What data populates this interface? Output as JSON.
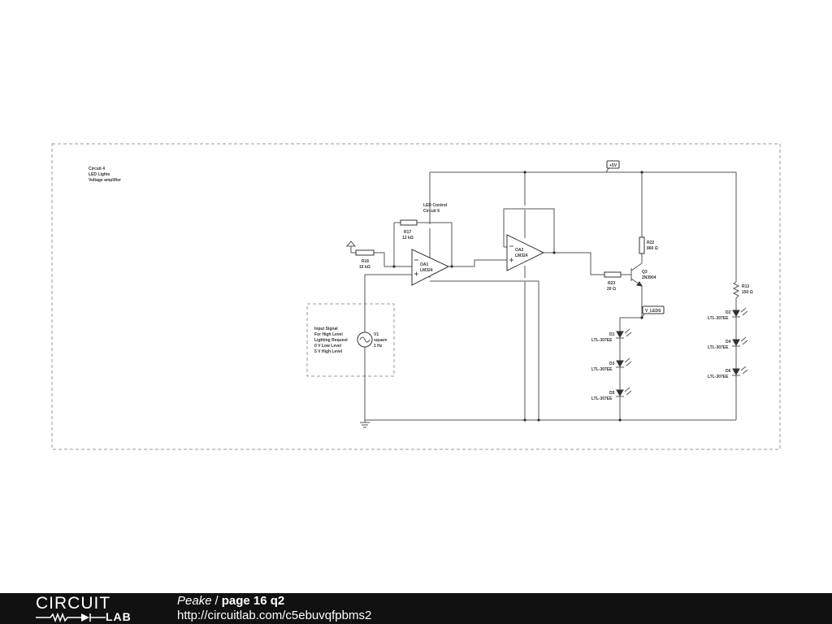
{
  "schematic": {
    "notes": [
      "Circuit 4",
      "LED Lights",
      "Voltage amplifier"
    ],
    "led_control_note": [
      "LED Control",
      "Circuit 6"
    ],
    "input_note": [
      "Input Signal",
      "For High Level",
      "Lighting Request",
      "0 V Low Level",
      "5 V High Level"
    ],
    "supply_label": "+5V",
    "vleds_label": "V_LEDS",
    "opamps": [
      {
        "name": "OA1",
        "part": "LM324"
      },
      {
        "name": "OA2",
        "part": "LM324"
      }
    ],
    "resistors": [
      {
        "name": "R17",
        "value": "12 kΩ"
      },
      {
        "name": "R16",
        "value": "15 kΩ"
      },
      {
        "name": "R22",
        "value": "860 Ω"
      },
      {
        "name": "R23",
        "value": "20 Ω"
      },
      {
        "name": "R13",
        "value": "150 Ω"
      }
    ],
    "transistor": {
      "name": "Q3",
      "part": "2N3904"
    },
    "source": {
      "name": "V1",
      "type": "square",
      "freq": "1 Hz"
    },
    "diodes_left": [
      {
        "name": "D1",
        "part": "LTL-307EE"
      },
      {
        "name": "D3",
        "part": "LTL-307EE"
      },
      {
        "name": "D5",
        "part": "LTL-307EE"
      }
    ],
    "diodes_right": [
      {
        "name": "D2",
        "part": "LTL-307EE"
      },
      {
        "name": "D4",
        "part": "LTL-307EE"
      },
      {
        "name": "D6",
        "part": "LTL-307EE"
      }
    ]
  },
  "footer": {
    "logo_top": "CIRCUIT",
    "logo_bottom": "LAB",
    "author": "Peake",
    "separator": "/",
    "page_name": "page 16 q2",
    "url": "http://circuitlab.com/c5ebuvqfpbms2"
  }
}
